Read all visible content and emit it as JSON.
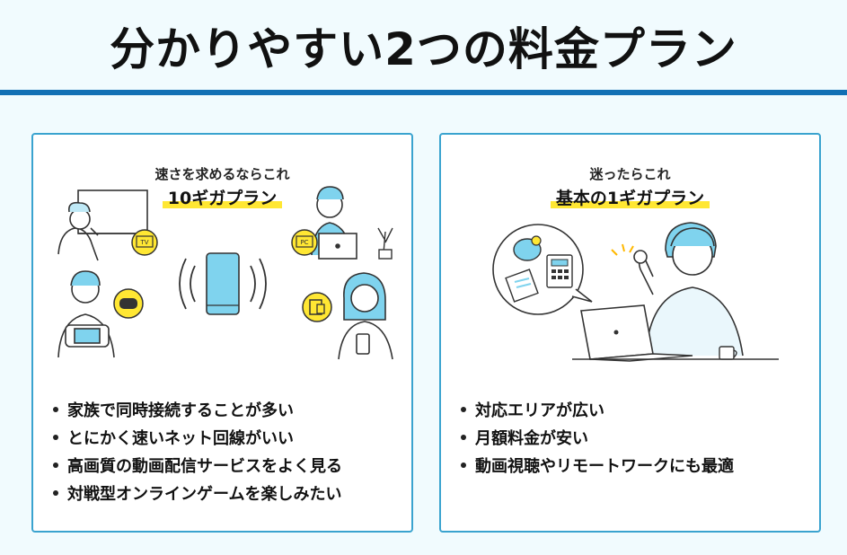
{
  "header": {
    "title": "分かりやすい2つの料金プラン"
  },
  "colors": {
    "accent": "#1270b4",
    "border": "#3aa3cf",
    "highlight": "#ffe733",
    "illustration_blue": "#7fd3ee"
  },
  "plans": [
    {
      "kicker": "速さを求めるならこれ",
      "name": "10ギガプラン",
      "badges": {
        "tv": "TV",
        "pc": "PC"
      },
      "icons": [
        "router-icon",
        "tv-icon",
        "pc-icon",
        "gamepad-icon",
        "tablet-icon"
      ],
      "points": [
        "家族で同時接続することが多い",
        "とにかく速いネット回線がいい",
        "高画質の動画配信サービスをよく見る",
        "対戦型オンラインゲームを楽しみたい"
      ]
    },
    {
      "kicker": "迷ったらこれ",
      "name": "基本の1ギガプラン",
      "icons": [
        "piggy-bank-icon",
        "calculator-icon",
        "clipboard-icon",
        "laptop-icon",
        "coffee-cup-icon"
      ],
      "points": [
        "対応エリアが広い",
        "月額料金が安い",
        "動画視聴やリモートワークにも最適"
      ]
    }
  ]
}
